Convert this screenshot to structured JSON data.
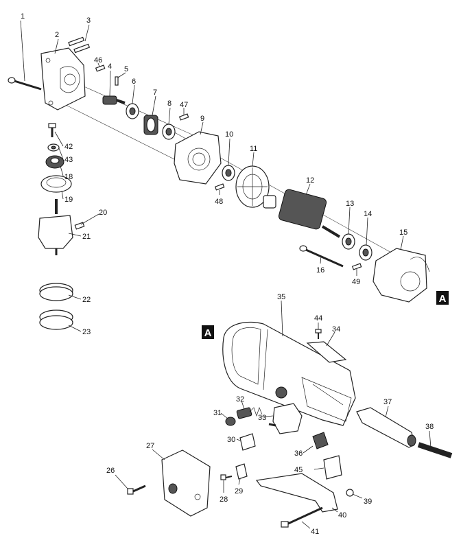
{
  "callouts": [
    "1",
    "2",
    "3",
    "46",
    "4",
    "5",
    "6",
    "7",
    "8",
    "47",
    "9",
    "10",
    "11",
    "12",
    "13",
    "14",
    "15",
    "16",
    "49",
    "48",
    "42",
    "43",
    "18",
    "19",
    "20",
    "21",
    "22",
    "23",
    "35",
    "44",
    "34",
    "32",
    "33",
    "31",
    "30",
    "36",
    "37",
    "38",
    "45",
    "27",
    "26",
    "28",
    "29",
    "39",
    "40",
    "41"
  ],
  "markers": {
    "top_right": "A",
    "mid_left": "A"
  }
}
